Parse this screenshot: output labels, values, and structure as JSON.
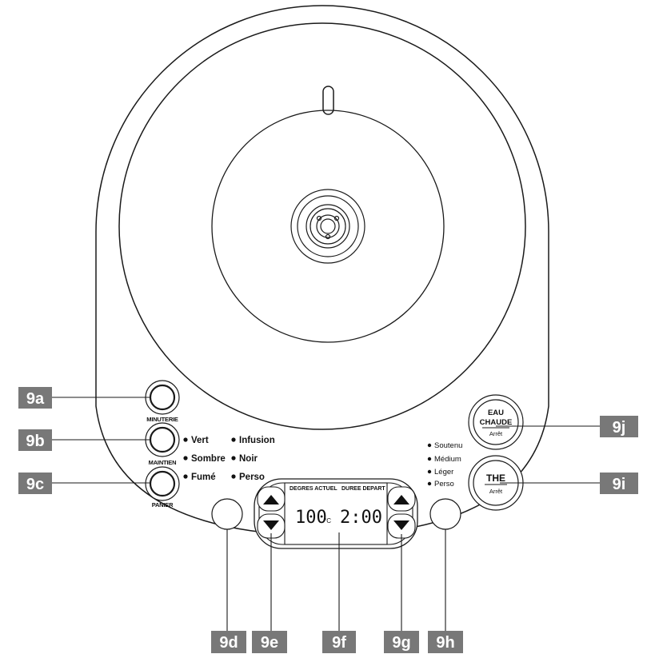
{
  "callouts": {
    "a": "9a",
    "b": "9b",
    "c": "9c",
    "d": "9d",
    "e": "9e",
    "f": "9f",
    "g": "9g",
    "h": "9h",
    "i": "9i",
    "j": "9j"
  },
  "left_buttons": {
    "minuterie": "MINUTERIE",
    "maintien": "MAINTIEN",
    "panier": "PANIER"
  },
  "tea_types": {
    "col1": [
      "Vert",
      "Sombre",
      "Fumé"
    ],
    "col2": [
      "Infusion",
      "Noir",
      "Perso"
    ]
  },
  "strengths": [
    "Soutenu",
    "Médium",
    "Léger",
    "Perso"
  ],
  "display": {
    "header_left": "DEGRES ACTUEL",
    "header_right": "DUREE DEPART",
    "temperature": "100",
    "unit": "°C",
    "time": "2:00"
  },
  "right_buttons": {
    "eau_line1": "EAU",
    "eau_line2": "CHAUDE",
    "eau_stop": "Arrêt",
    "the_label": "THE",
    "the_stop": "Arrêt"
  },
  "colors": {
    "callout_bg": "#787878",
    "line": "#1a1a1a",
    "background": "#ffffff"
  }
}
